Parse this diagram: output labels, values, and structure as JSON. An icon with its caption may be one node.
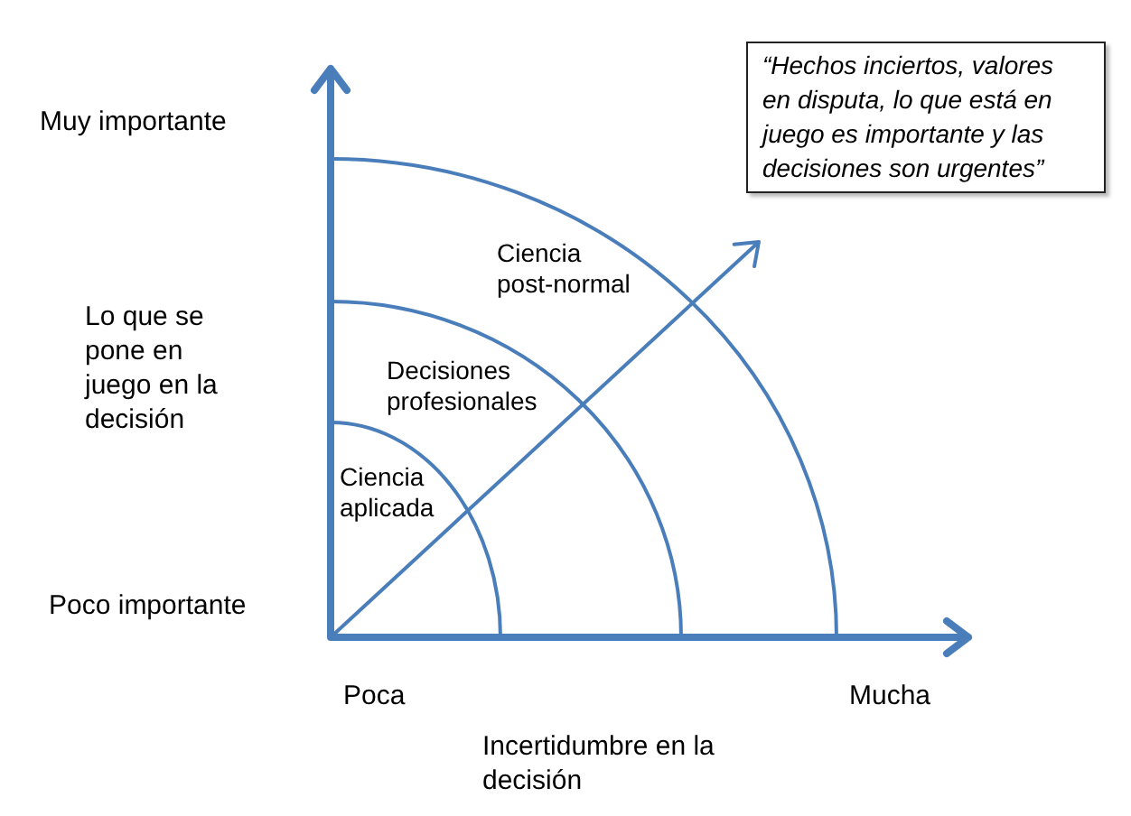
{
  "diagram": {
    "nodes": [
      {
        "text": [
          "“Hechos inciertos, valores en disputa, lo que está en juego es importante y las decisiones son urgentes”"
        ]
      },
      {
        "text": [
          "Ciencia post-normal"
        ]
      },
      {
        "text": [
          "Decisiones profesionales"
        ],
        "in": 1
      },
      {
        "text": [
          "Ciencia aplicada"
        ],
        "in": 2
      }
    ],
    "labels": [
      "Muy importante",
      "Lo que se pone en juego en la decisión",
      "Poco importante",
      "Poca",
      "Mucha",
      "Incertidumbre en la decisión"
    ]
  }
}
